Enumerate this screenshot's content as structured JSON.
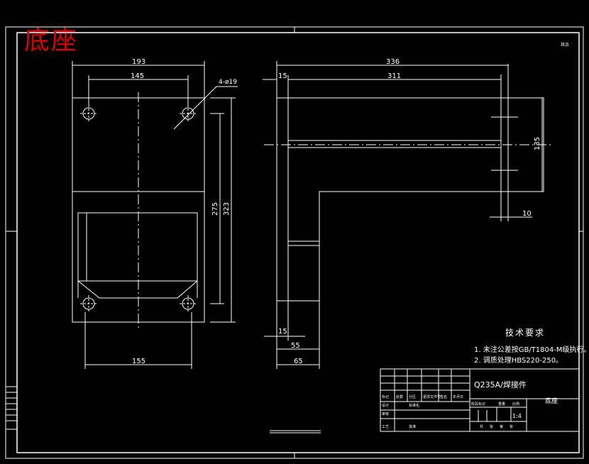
{
  "drawing": {
    "title": "底座",
    "corner_mark": "其余"
  },
  "front_view": {
    "dim_overall_width": "193",
    "dim_hole_spacing": "145",
    "dim_holes": "4-ø19",
    "dim_inner_height": "275",
    "dim_overall_height": "323",
    "dim_bottom_width": "155"
  },
  "side_view": {
    "dim_total_length": "336",
    "dim_inner_length": "311",
    "dim_flange": "15",
    "dim_height": "135",
    "dim_thickness_right": "10",
    "dim_plate_bottom": "15",
    "dim_55": "55",
    "dim_65": "65"
  },
  "tech_requirements": {
    "title": "技术要求",
    "note1": "1. 未注公差按GB/T1804-M级执行。",
    "note2": "2. 调质处理HBS220-250。"
  },
  "title_block": {
    "material": "Q235A/焊接件",
    "part_name": "底座",
    "scale": "1:4",
    "cells": [
      "标记",
      "处数",
      "分区",
      "更改文件号",
      "签名",
      "年月日",
      "设计",
      "标准化",
      "审核",
      "工艺",
      "批准",
      "阶段标记",
      "重量",
      "比例",
      "共",
      "张",
      "第",
      "张"
    ]
  }
}
